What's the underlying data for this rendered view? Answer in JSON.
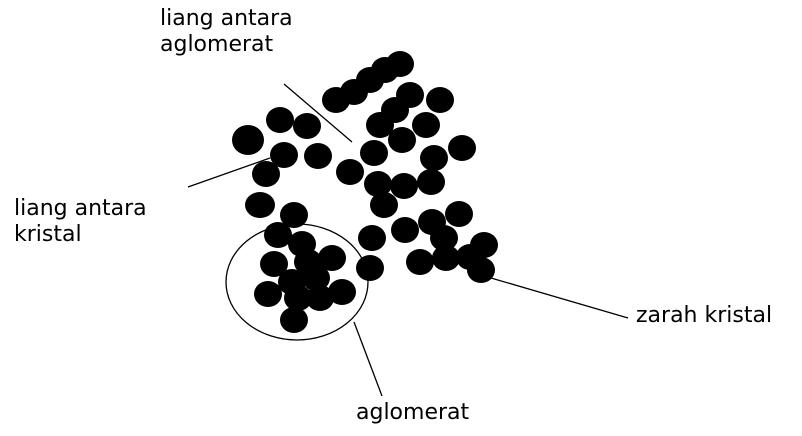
{
  "labels": {
    "pore_between_agglomerates": [
      "liang antara",
      "aglomerat"
    ],
    "pore_between_crystals": [
      "liang antara",
      "kristal"
    ],
    "crystal_particle": "zarah kristal",
    "agglomerate": "aglomerat"
  },
  "colors": {
    "particle": "#000000",
    "line": "#000000",
    "background": "#ffffff"
  }
}
